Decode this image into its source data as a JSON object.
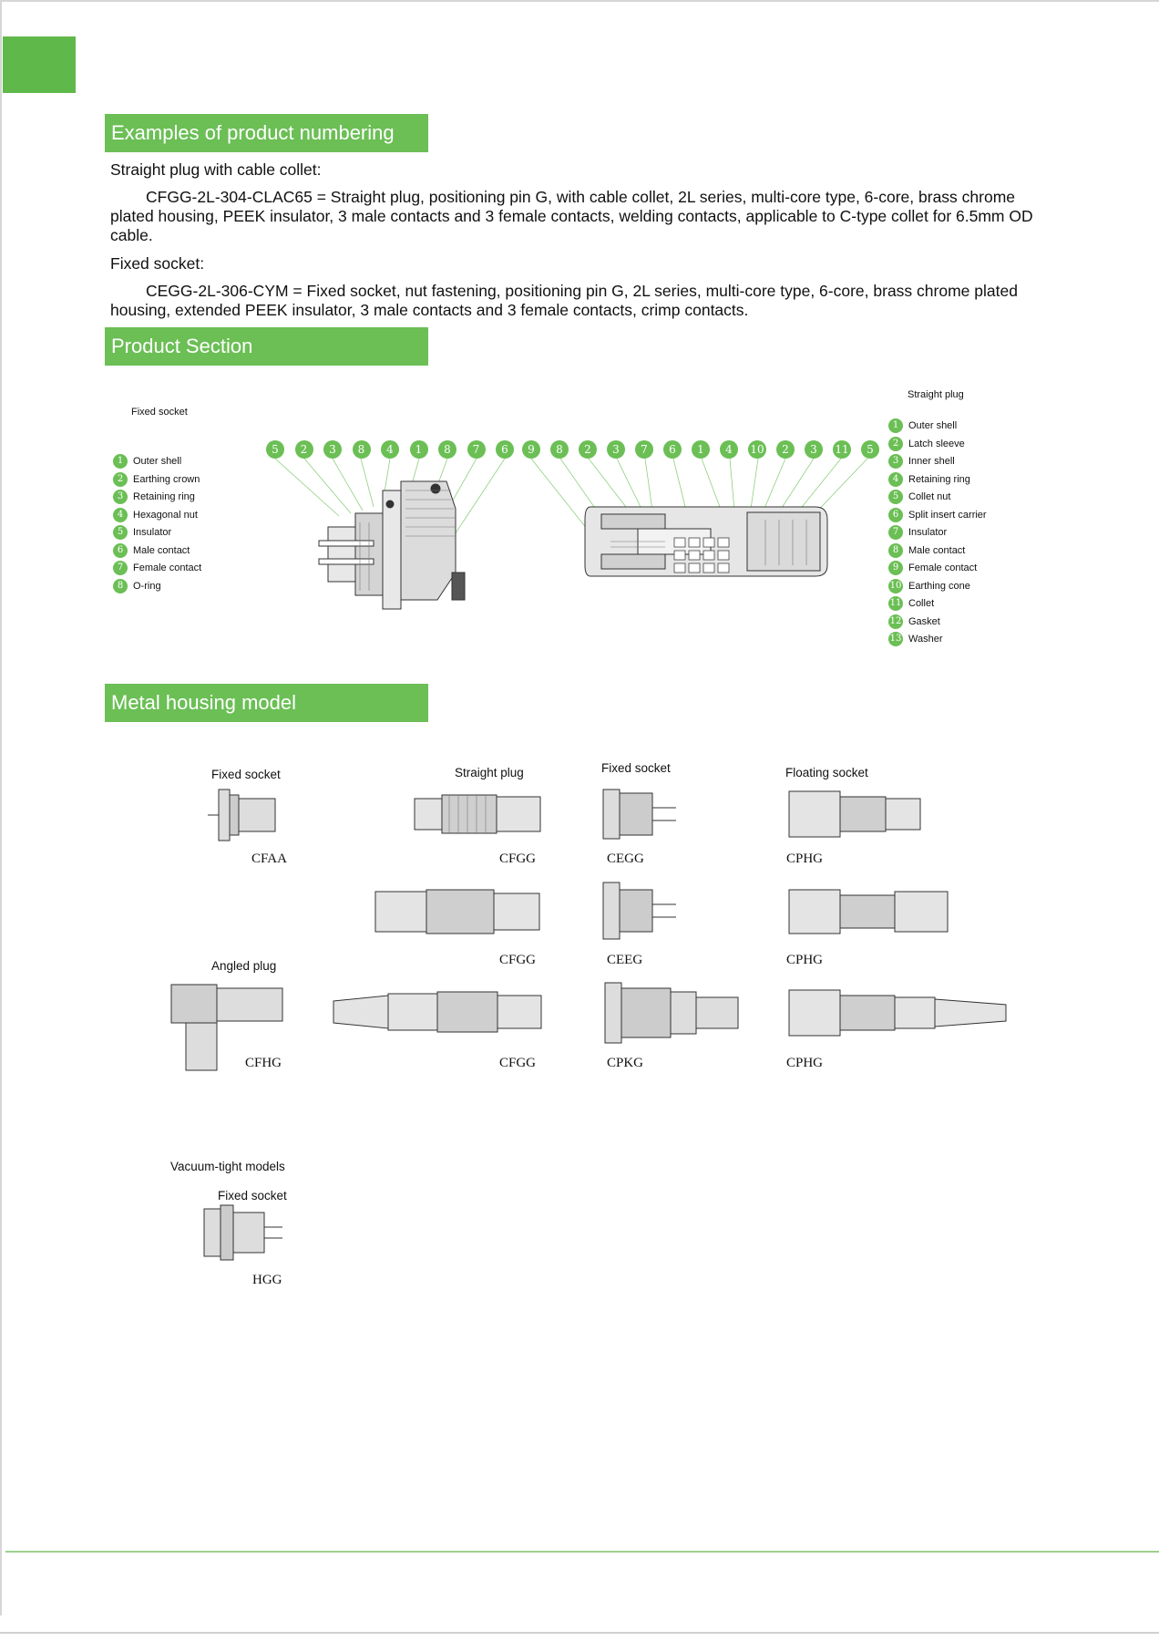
{
  "sections": {
    "numbering": "Examples of product numbering",
    "section": "Product Section",
    "metal": "Metal housing model"
  },
  "numbering": {
    "plug_heading": "Straight plug with cable collet:",
    "plug_text": "CFGG-2L-304-CLAC65 = Straight plug, positioning pin G, with cable collet, 2L series, multi-core type, 6-core, brass chrome plated housing, PEEK insulator, 3 male contacts and 3 female contacts, welding contacts, applicable to C-type collet for 6.5mm OD cable.",
    "socket_heading": "Fixed socket:",
    "socket_text": "CEGG-2L-306-CYM = Fixed socket, nut fastening, positioning pin G, 2L series, multi-core type, 6-core, brass chrome plated housing, extended PEEK insulator, 3 male contacts and 3 female contacts, crimp contacts."
  },
  "product_section": {
    "socket_title": "Fixed socket",
    "plug_title": "Straight plug",
    "socket_legend": [
      {
        "n": "1",
        "label": "Outer shell"
      },
      {
        "n": "2",
        "label": "Earthing crown"
      },
      {
        "n": "3",
        "label": "Retaining ring"
      },
      {
        "n": "4",
        "label": "Hexagonal nut"
      },
      {
        "n": "5",
        "label": "Insulator"
      },
      {
        "n": "6",
        "label": "Male contact"
      },
      {
        "n": "7",
        "label": "Female contact"
      },
      {
        "n": "8",
        "label": "O-ring"
      }
    ],
    "plug_legend": [
      {
        "n": "1",
        "label": "Outer shell"
      },
      {
        "n": "2",
        "label": "Latch sleeve"
      },
      {
        "n": "3",
        "label": "Inner shell"
      },
      {
        "n": "4",
        "label": "Retaining ring"
      },
      {
        "n": "5",
        "label": "Collet nut"
      },
      {
        "n": "6",
        "label": "Split insert carrier"
      },
      {
        "n": "7",
        "label": "Insulator"
      },
      {
        "n": "8",
        "label": "Male contact"
      },
      {
        "n": "9",
        "label": "Female contact"
      },
      {
        "n": "10",
        "label": "Earthing cone"
      },
      {
        "n": "11",
        "label": "Collet"
      },
      {
        "n": "12",
        "label": "Gasket"
      },
      {
        "n": "13",
        "label": "Washer"
      }
    ],
    "socket_callouts": [
      "5",
      "2",
      "3",
      "8",
      "4",
      "1",
      "8",
      "7",
      "6"
    ],
    "plug_callouts": [
      "9",
      "8",
      "2",
      "3",
      "7",
      "6",
      "1",
      "4",
      "10",
      "2",
      "3",
      "11",
      "5"
    ]
  },
  "metal_models": {
    "labels": {
      "fixed_socket_1": "Fixed socket",
      "straight_plug": "Straight plug",
      "fixed_socket_2": "Fixed socket",
      "floating_socket": "Floating socket",
      "angled_plug": "Angled plug",
      "vacuum": "Vacuum-tight models",
      "vacuum_fixed": "Fixed socket"
    },
    "codes": {
      "cfaa": "CFAA",
      "cfgg_1": "CFGG",
      "cegg": "CEGG",
      "cphg_1": "CPHG",
      "cfgg_2": "CFGG",
      "ceeg": "CEEG",
      "cphg_2": "CPHG",
      "cfhg": "CFHG",
      "cfgg_3": "CFGG",
      "cpkg": "CPKG",
      "cphg_3": "CPHG",
      "hgg": "HGG"
    }
  }
}
